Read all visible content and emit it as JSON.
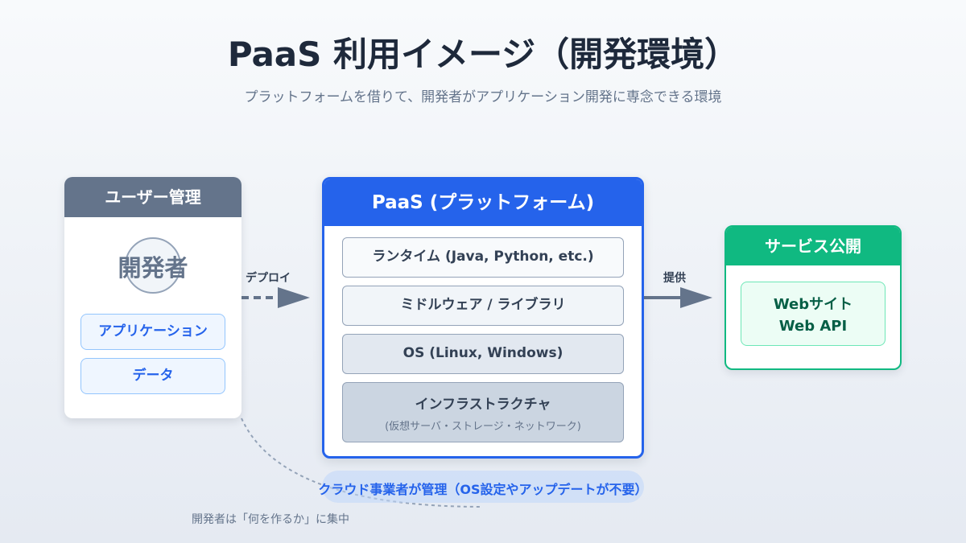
{
  "title": "PaaS 利用イメージ（開発環境）",
  "subtitle": "プラットフォームを借りて、開発者がアプリケーション開発に専念できる環境",
  "user_card": {
    "header": "ユーザー管理",
    "developer": "開発者",
    "items": [
      "アプリケーション",
      "データ"
    ]
  },
  "deploy_label": "デプロイ",
  "paas": {
    "header": "PaaS (プラットフォーム)",
    "layers": [
      {
        "label": "ランタイム (Java, Python, etc.)"
      },
      {
        "label": "ミドルウェア / ライブラリ"
      },
      {
        "label": "OS (Linux, Windows)"
      },
      {
        "label": "インフラストラクチャ",
        "sub": "(仮想サーバ・ストレージ・ネットワーク)"
      }
    ]
  },
  "provide_label": "提供",
  "service": {
    "header": "サービス公開",
    "line1": "Webサイト",
    "line2": "Web API"
  },
  "managed_note": "クラウド事業者が管理（OS設定やアップデートが不要）",
  "focus_note": "開発者は「何を作るか」に集中",
  "colors": {
    "blue": "#2563eb",
    "green": "#10b981",
    "slate": "#64748b"
  }
}
